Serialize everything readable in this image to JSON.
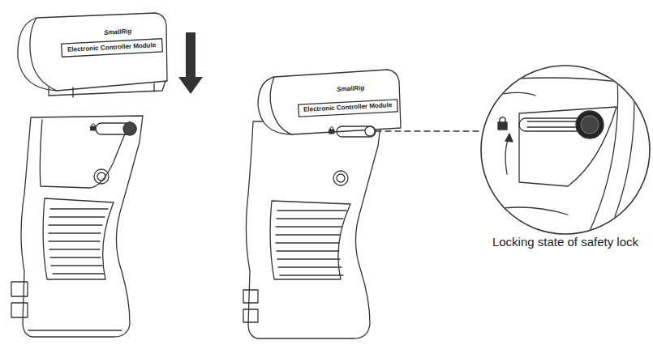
{
  "diagram": {
    "labels": [
      "SmallRig",
      "Electronic Controller Module",
      "SmallRig",
      "Electronic Controller Module",
      "Locking state of safety lock"
    ]
  }
}
